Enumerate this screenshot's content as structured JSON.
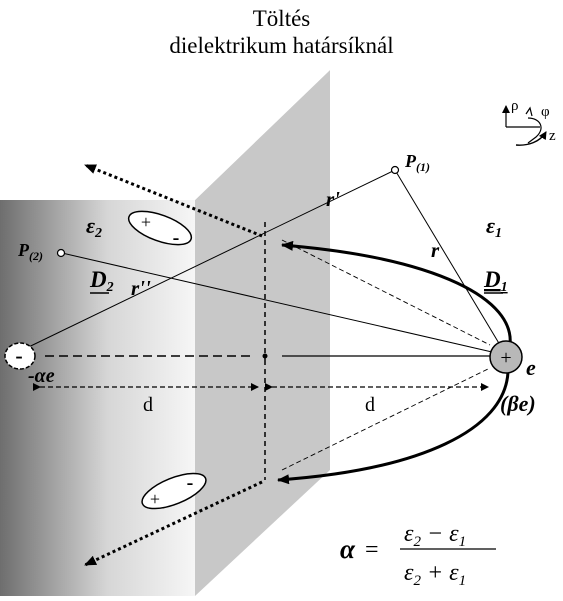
{
  "title": {
    "line1": "Töltés",
    "line2": "dielektrikum határsíknál"
  },
  "labels": {
    "eps2": "ε",
    "eps2_sub": "2",
    "eps1": "ε",
    "eps1_sub": "1",
    "p1": "P",
    "p1_sub": "(1)",
    "p2": "P",
    "p2_sub": "(2)",
    "r": "r",
    "r_prime": "r'",
    "r_dprime": "r''",
    "d1": "D",
    "d1_sub": "1",
    "d2": "D",
    "d2_sub": "2",
    "d_left": "d",
    "d_right": "d",
    "charge_plus": "+",
    "charge_e": "e",
    "image_minus": "-",
    "image_charge": "-αe",
    "beta_e": "(βe)",
    "dipole_plus": "+",
    "dipole_minus": "-"
  },
  "coords": {
    "rho": "ρ",
    "phi": "φ",
    "z": "z"
  },
  "formula": {
    "alpha": "α",
    "equals": "=",
    "num_eps_a": "ε",
    "num_sub_a": "2",
    "num_op": "−",
    "num_eps_b": "ε",
    "num_sub_b": "1",
    "den_eps_a": "ε",
    "den_sub_a": "2",
    "den_op": "+",
    "den_eps_b": "ε",
    "den_sub_b": "1"
  },
  "colors": {
    "block_dark": "#6e6e6e",
    "block_light": "#f4f4f4",
    "block_side": "#c8c8c8",
    "charge_fill": "#b8b8b8",
    "ink": "#000000"
  }
}
